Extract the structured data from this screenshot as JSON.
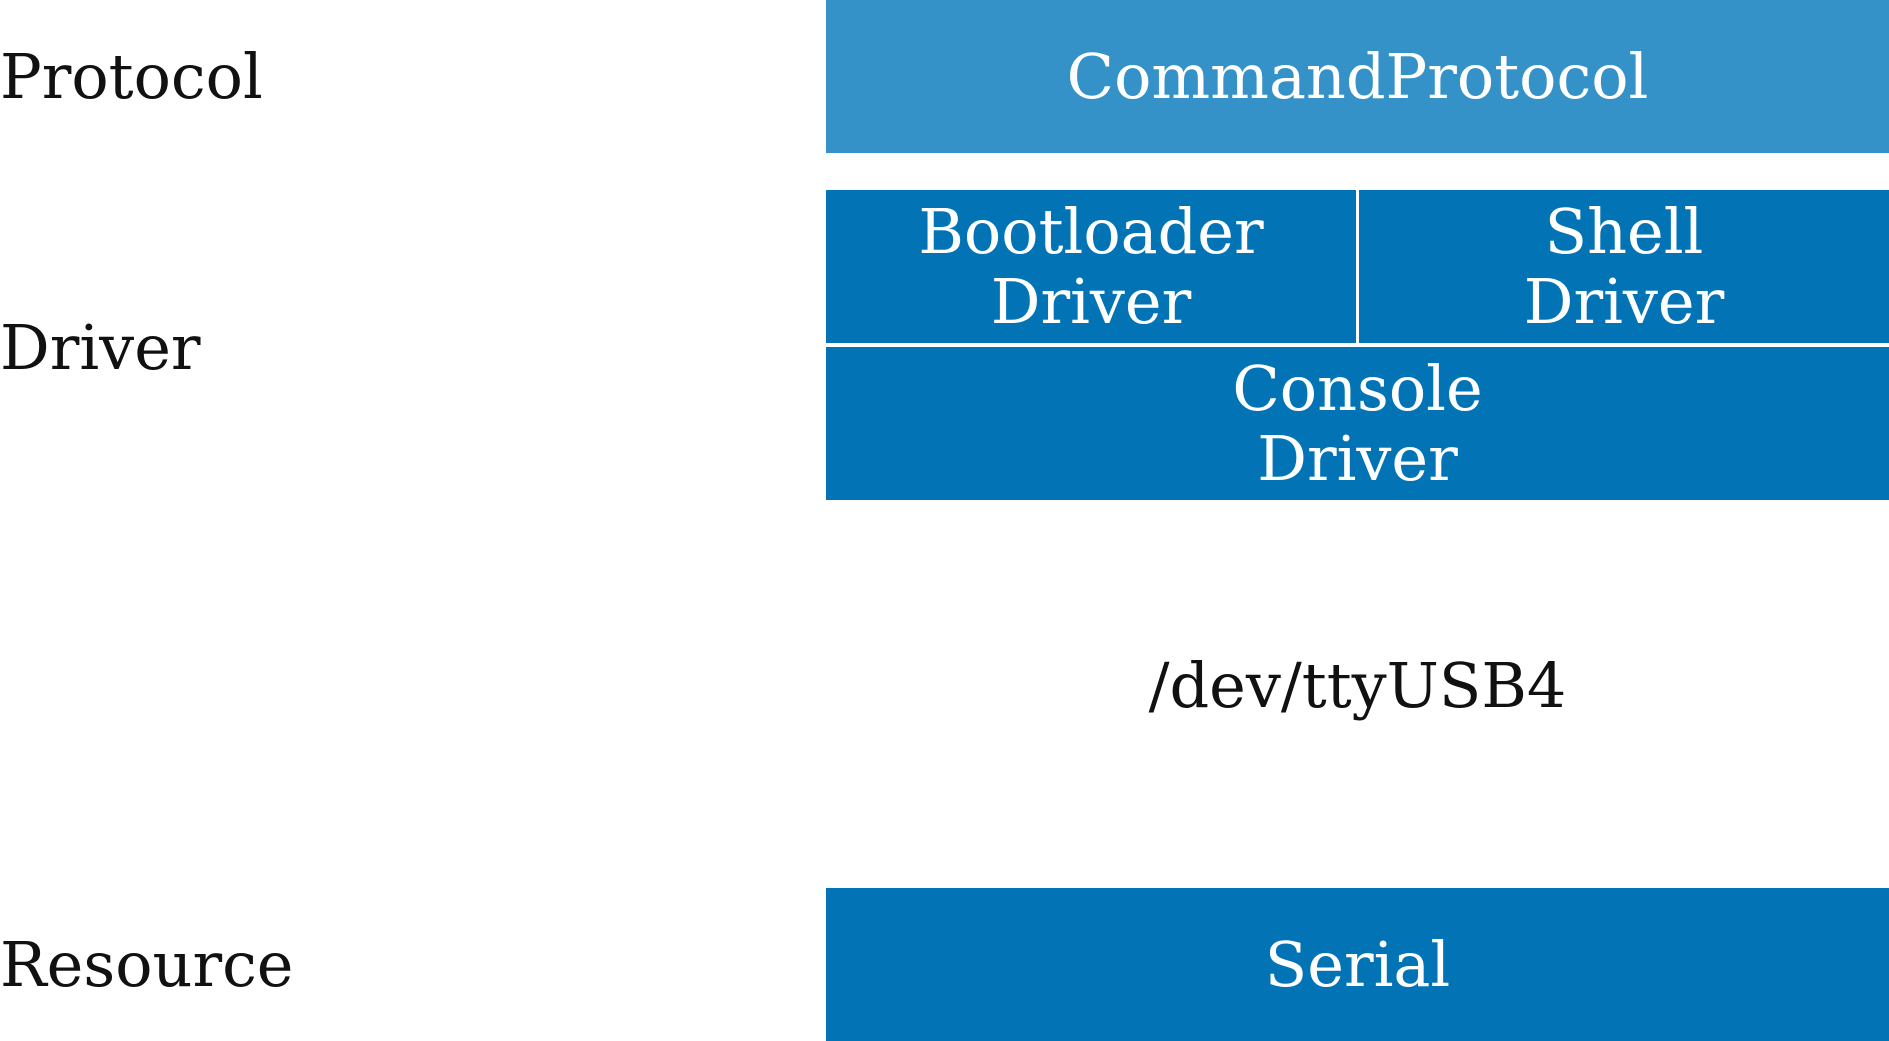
{
  "layers": {
    "protocol": "Protocol",
    "driver": "Driver",
    "resource": "Resource"
  },
  "boxes": {
    "command_protocol": {
      "lines": [
        "CommandProtocol"
      ]
    },
    "bootloader_driver": {
      "lines": [
        "Bootloader",
        "Driver"
      ]
    },
    "shell_driver": {
      "lines": [
        "Shell",
        "Driver"
      ]
    },
    "console_driver": {
      "lines": [
        "Console",
        "Driver"
      ]
    },
    "serial": {
      "lines": [
        "Serial"
      ]
    }
  },
  "device_path": "/dev/ttyUSB4",
  "colors": {
    "protocol_box": "#3492C8",
    "driver_box": "#0274B6",
    "resource_box": "#0274B6",
    "label_text": "#111111",
    "box_text": "#FFFFFF"
  }
}
